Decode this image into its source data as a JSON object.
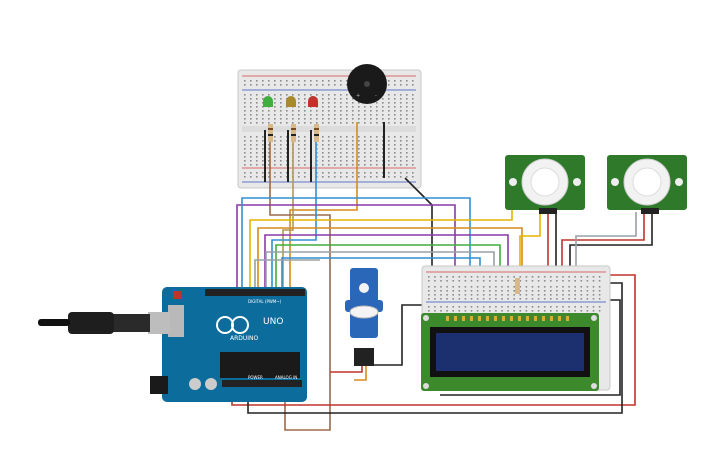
{
  "arduino": {
    "model": "UNO",
    "brand": "ARDUINO",
    "digital_header": "DIGITAL (PWM~)",
    "power_header": "POWER",
    "analog_header": "ANALOG IN"
  },
  "components": {
    "leds": [
      {
        "color": "#3fae3f"
      },
      {
        "color": "#a8892b"
      },
      {
        "color": "#c0332b"
      }
    ],
    "pir_count": 2,
    "lcd": {
      "screen_color": "#1c2f6e",
      "board_color": "#3d8a2c"
    }
  },
  "wire_colors": [
    "#e6b400",
    "#2f8fd0",
    "#8a3aa8",
    "#d98a1c",
    "#3fae3f",
    "#9a6b4a",
    "#c0332b",
    "#222222",
    "#9aa0a6"
  ]
}
